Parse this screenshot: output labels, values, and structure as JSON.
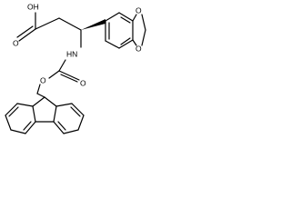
{
  "molecule": {
    "atoms": {
      "acid_oh": "OH",
      "acid_carbonyl_o": "O",
      "amide_nh": "HN",
      "carbamate_carbonyl_o": "O",
      "carbamate_ether_o": "O",
      "dioxole_o_top": "O",
      "dioxole_o_bottom": "O"
    }
  }
}
